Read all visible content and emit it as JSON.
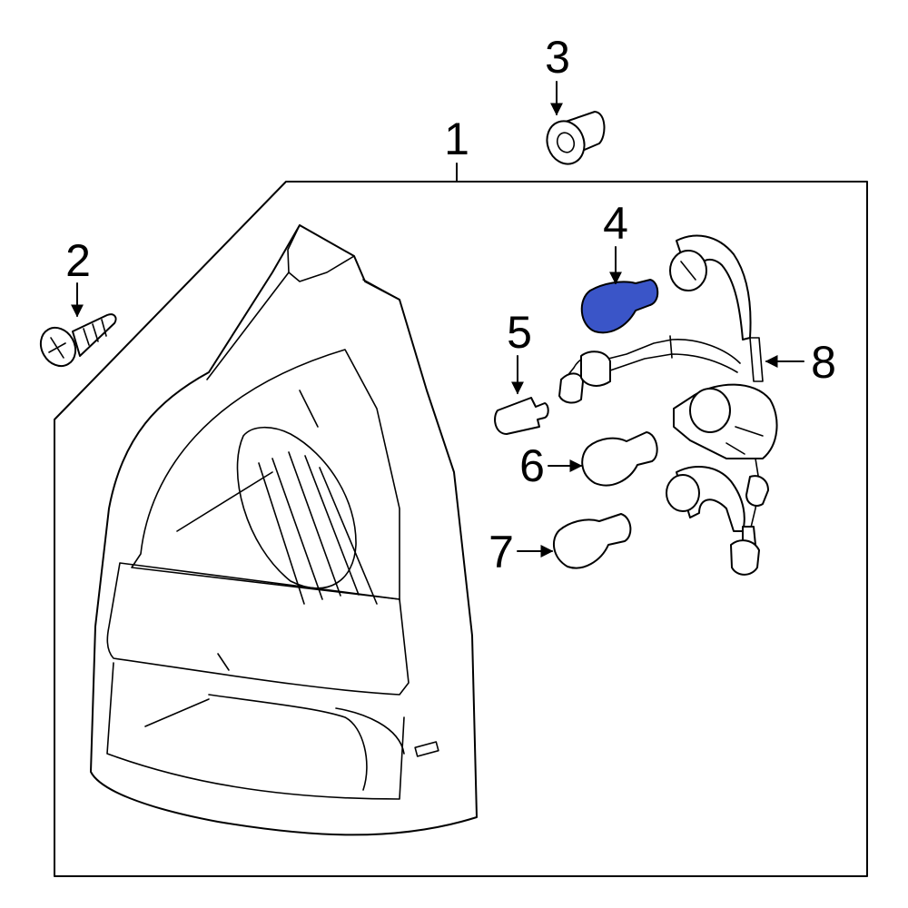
{
  "callouts": [
    {
      "id": "1",
      "label": "1"
    },
    {
      "id": "2",
      "label": "2"
    },
    {
      "id": "3",
      "label": "3"
    },
    {
      "id": "4",
      "label": "4"
    },
    {
      "id": "5",
      "label": "5"
    },
    {
      "id": "6",
      "label": "6"
    },
    {
      "id": "7",
      "label": "7"
    },
    {
      "id": "8",
      "label": "8"
    }
  ],
  "highlight_color": "#3a55c8",
  "highlighted_part": "4"
}
